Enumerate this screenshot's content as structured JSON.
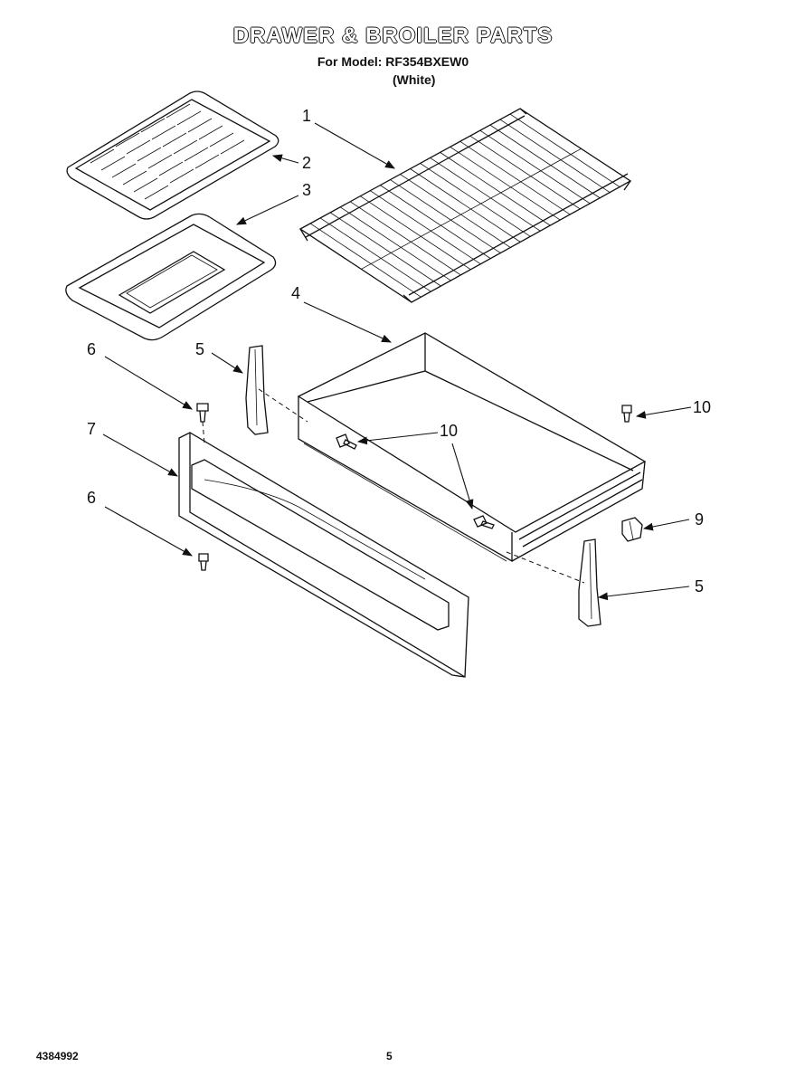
{
  "header": {
    "title": "DRAWER & BROILER PARTS",
    "subtitle": "For Model: RF354BXEW0",
    "variant": "(White)"
  },
  "callouts": {
    "c1": "1",
    "c2": "2",
    "c3": "3",
    "c4": "4",
    "c5a": "5",
    "c5b": "5",
    "c6a": "6",
    "c6b": "6",
    "c7": "7",
    "c9": "9",
    "c10a": "10",
    "c10b": "10"
  },
  "footer": {
    "doc_number": "4384992",
    "page_number": "5"
  }
}
